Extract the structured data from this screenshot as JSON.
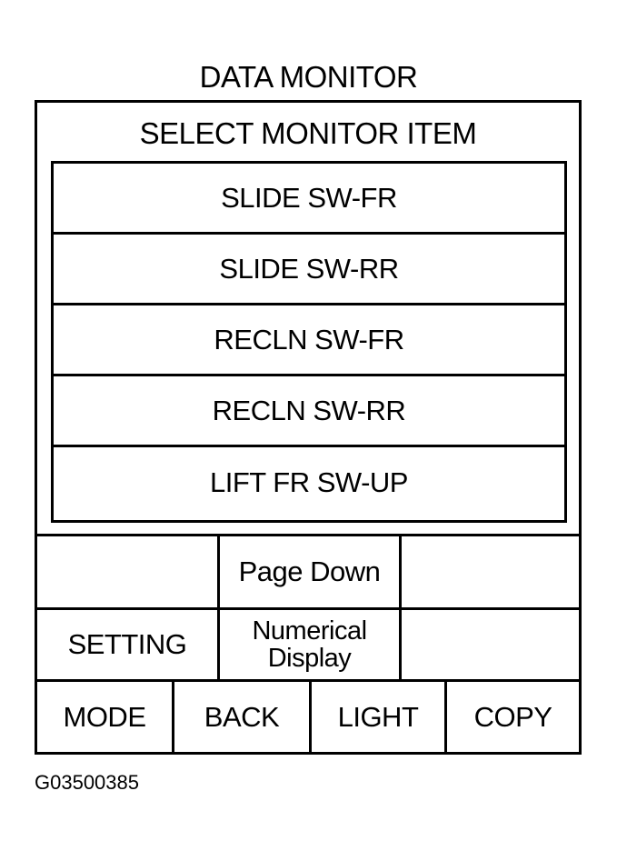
{
  "header": {
    "title": "DATA MONITOR"
  },
  "screen": {
    "subtitle": "SELECT MONITOR ITEM",
    "items": [
      {
        "label": "SLIDE SW-FR"
      },
      {
        "label": "SLIDE SW-RR"
      },
      {
        "label": "RECLN SW-FR"
      },
      {
        "label": "RECLN SW-RR"
      },
      {
        "label": "LIFT FR SW-UP"
      }
    ],
    "buttons": {
      "page_down": "Page Down",
      "setting": "SETTING",
      "numerical_line1": "Numerical",
      "numerical_line2": "Display",
      "mode": "MODE",
      "back": "BACK",
      "light": "LIGHT",
      "copy": "COPY"
    }
  },
  "figure_id": "G03500385"
}
